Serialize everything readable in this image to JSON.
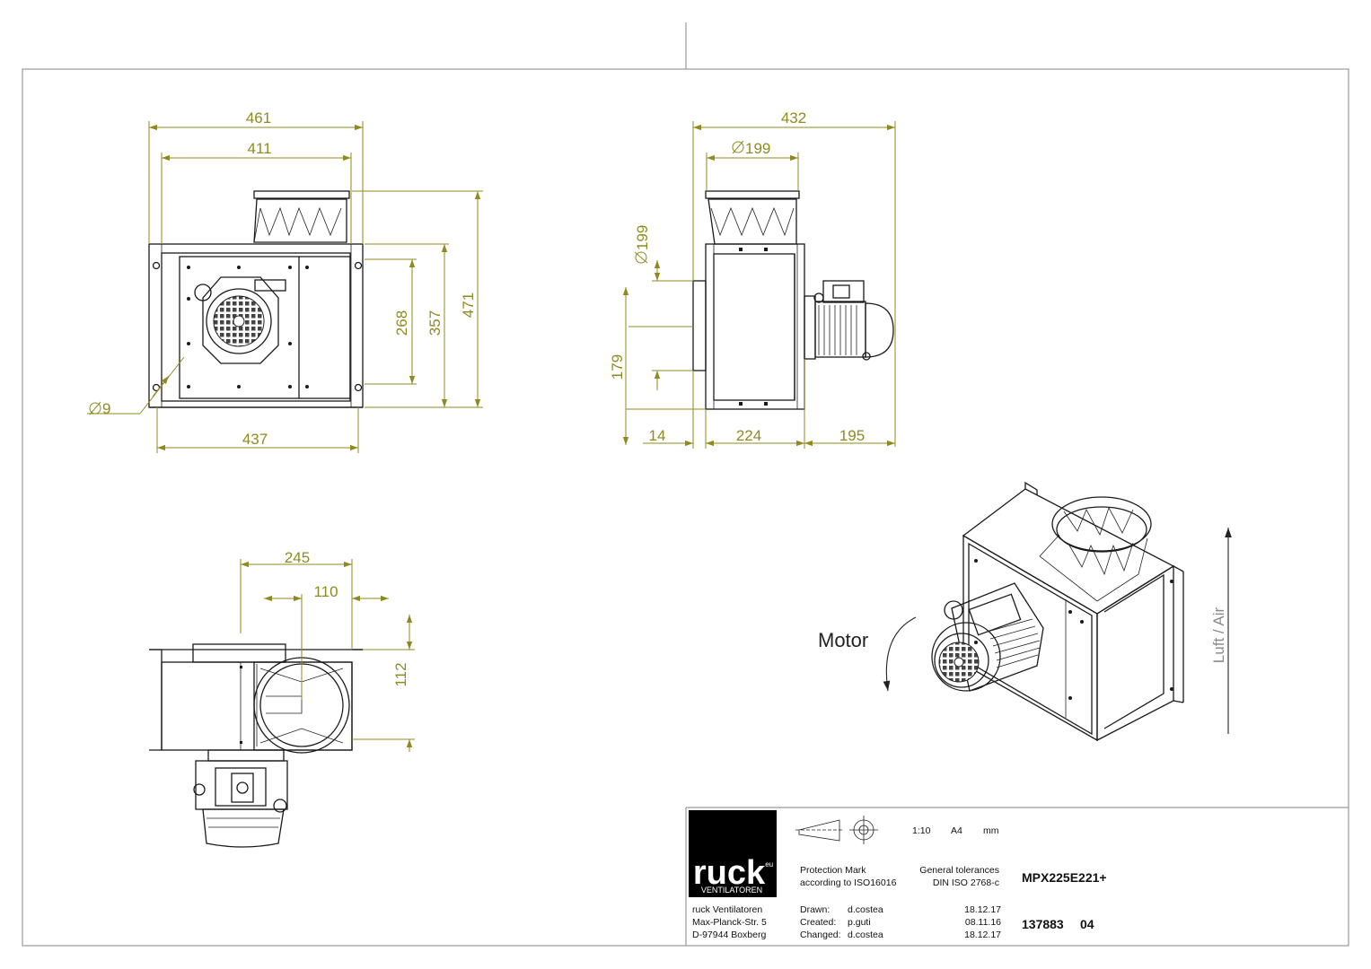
{
  "colors": {
    "dimension": "#8f8a20",
    "ink": "#1a1a1a",
    "frame": "#9a9a9a",
    "logo_bg": "#000000",
    "logo_text": "#ffffff",
    "air_label": "#8a8a8a"
  },
  "front_view": {
    "dims": {
      "width_outer": "461",
      "width_inner": "411",
      "width_bottom": "437",
      "height_268": "268",
      "height_357": "357",
      "height_471": "471",
      "hole": "9"
    }
  },
  "side_view": {
    "dims": {
      "total_width": "432",
      "flange_dia": "199",
      "outlet_dia": "199",
      "height_179": "179",
      "depth_14": "14",
      "depth_224": "224",
      "depth_195": "195"
    }
  },
  "bottom_view": {
    "dims": {
      "width_245": "245",
      "width_110": "110",
      "height_112": "112"
    }
  },
  "iso_view": {
    "motor_label": "Motor",
    "air_label": "Luft / Air"
  },
  "title_block": {
    "brand": "ruck",
    "brand_suffix": ".eu",
    "brand_sub": "VENTILATOREN",
    "address": [
      "ruck Ventilatoren",
      "Max-Planck-Str. 5",
      "D-97944 Boxberg"
    ],
    "scale": "1:10",
    "paper": "A4",
    "unit": "mm",
    "protection_mark": [
      "Protection Mark",
      "according to ISO16016"
    ],
    "tolerances": [
      "General tolerances",
      "DIN ISO 2768-c"
    ],
    "model": "MPX225E221+",
    "drawn_label": "Drawn:",
    "drawn_by": "d.costea",
    "drawn_date": "18.12.17",
    "created_label": "Created:",
    "created_by": "p.guti",
    "created_date": "08.11.16",
    "changed_label": "Changed:",
    "changed_by": "d.costea",
    "changed_date": "18.12.17",
    "drawing_number": "137883",
    "revision": "04"
  }
}
